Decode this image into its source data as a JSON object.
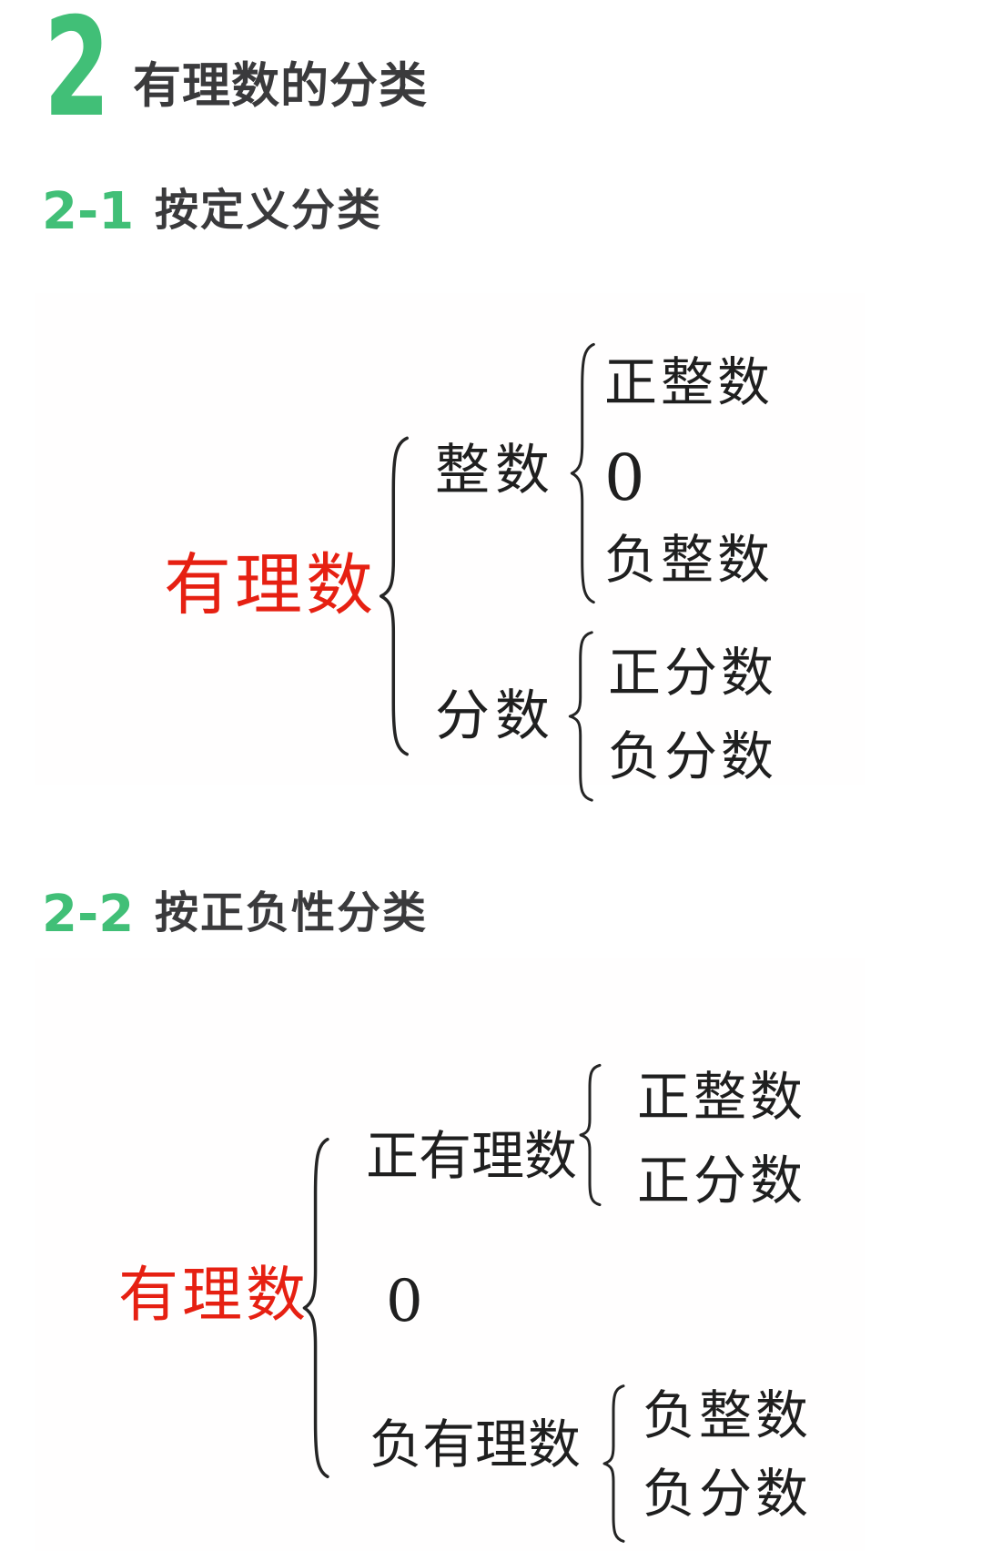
{
  "header": {
    "section_number": "2",
    "section_title": "有理数的分类"
  },
  "subsections": [
    {
      "number": "2-1",
      "title": "按定义分类"
    },
    {
      "number": "2-2",
      "title": "按正负性分类"
    }
  ],
  "colors": {
    "accent_green": "#41bf77",
    "highlight_red": "#e62012",
    "heading_text": "#3a3a3c",
    "diagram_ink": "#1f1f1f",
    "background": "#ffffff"
  },
  "diagram_by_definition": {
    "root": "有理数",
    "branches": [
      {
        "label": "整数",
        "children": [
          "正整数",
          "0",
          "负整数"
        ]
      },
      {
        "label": "分数",
        "children": [
          "正分数",
          "负分数"
        ]
      }
    ]
  },
  "diagram_by_sign": {
    "root": "有理数",
    "branches": [
      {
        "label": "正有理数",
        "children": [
          "正整数",
          "正分数"
        ]
      },
      {
        "label": "0",
        "children": []
      },
      {
        "label": "负有理数",
        "children": [
          "负整数",
          "负分数"
        ]
      }
    ]
  }
}
